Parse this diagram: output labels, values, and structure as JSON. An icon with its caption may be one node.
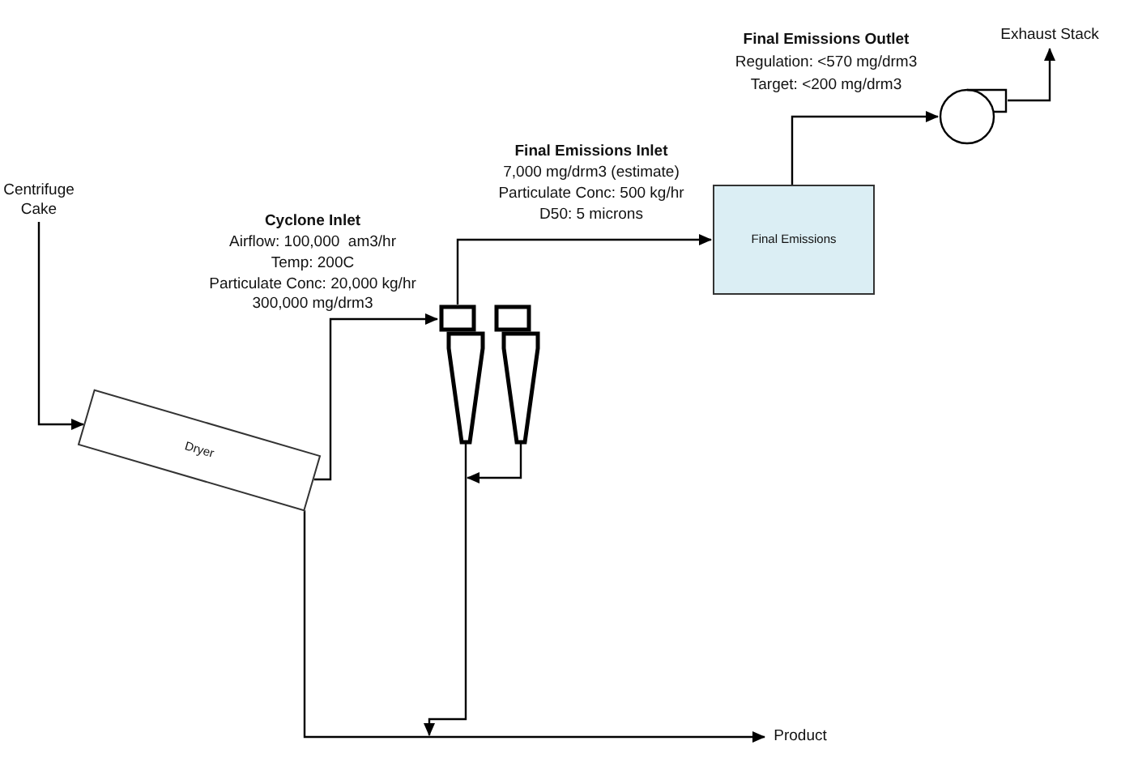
{
  "diagram": {
    "nodes": [
      {
        "text": [
          "Centrifuge Cake"
        ]
      },
      {
        "text": [
          "Dryer"
        ]
      },
      {
        "text": [],
        "shape": "picture"
      },
      {
        "text": [],
        "shape": "picture"
      },
      {
        "text": [
          "Final Emissions"
        ]
      },
      {
        "text": [],
        "shape": "circle"
      },
      {
        "text": [
          "Exhaust Stack"
        ]
      },
      {
        "text": [
          "Product"
        ]
      }
    ],
    "edges": [
      {
        "from": 0,
        "to": 1,
        "arrow": "to"
      },
      {
        "from": 1,
        "to": 2,
        "arrow": "to"
      },
      {
        "from": 2,
        "to": 4,
        "arrow": "to"
      },
      {
        "from": 2,
        "to": 7,
        "arrow": "to"
      },
      {
        "from": 3,
        "to": 7,
        "arrow": "to"
      },
      {
        "from": 1,
        "to": 7,
        "arrow": "to"
      },
      {
        "from": 4,
        "to": 5,
        "arrow": "to"
      },
      {
        "from": 5,
        "to": 6,
        "arrow": "to"
      }
    ],
    "labels": [
      "Final Emissions Outlet",
      "Regulation: <570 mg/drm3",
      "Target: <200 mg/drm3",
      "Final Emissions Inlet",
      "7,000 mg/drm3 (estimate)",
      "Particulate Conc: 500 kg/hr",
      "D50: 5 microns",
      "Cyclone Inlet",
      "Airflow: 100,000  am3/hr",
      "Temp: 200C",
      "Particulate Conc: 20,000 kg/hr",
      "300,000 mg/drm3"
    ]
  }
}
